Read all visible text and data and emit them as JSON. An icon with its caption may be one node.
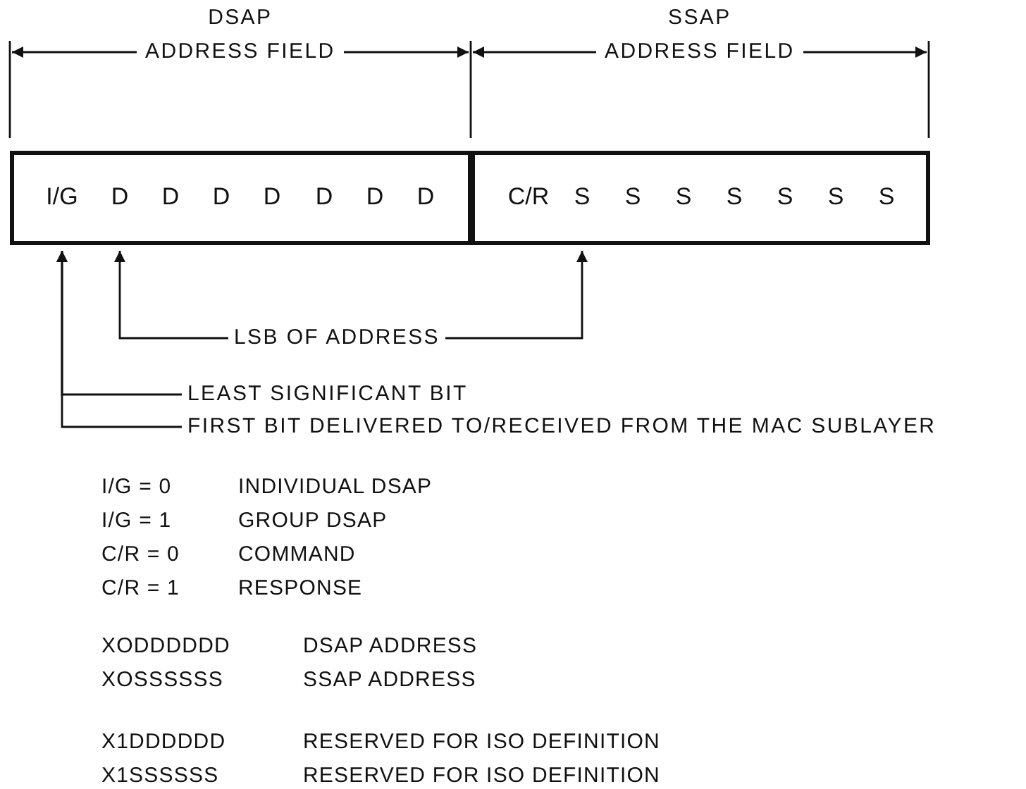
{
  "diagram": {
    "nodes": [
      {
        "text": [],
        "shape": "box"
      },
      {
        "text": [
          "I/G"
        ],
        "in": 0
      },
      {
        "text": [
          "D"
        ],
        "in": 0
      },
      {
        "text": [
          "D"
        ],
        "in": 0
      },
      {
        "text": [
          "D"
        ],
        "in": 0
      },
      {
        "text": [
          "D"
        ],
        "in": 0
      },
      {
        "text": [
          "D"
        ],
        "in": 0
      },
      {
        "text": [
          "D"
        ],
        "in": 0
      },
      {
        "text": [
          "D"
        ],
        "in": 0
      },
      {
        "text": [],
        "shape": "box"
      },
      {
        "text": [
          "C/R"
        ],
        "in": 9
      },
      {
        "text": [
          "S"
        ],
        "in": 9
      },
      {
        "text": [
          "S"
        ],
        "in": 9
      },
      {
        "text": [
          "S"
        ],
        "in": 9
      },
      {
        "text": [
          "S"
        ],
        "in": 9
      },
      {
        "text": [
          "S"
        ],
        "in": 9
      },
      {
        "text": [
          "S"
        ],
        "in": 9
      },
      {
        "text": [
          "S"
        ],
        "in": 9
      },
      {
        "text": [
          "LSB OF ADDRESS"
        ]
      },
      {
        "text": [
          "LEAST SIGNIFICANT BIT"
        ]
      },
      {
        "text": [
          "FIRST BIT DELIVERED TO/RECEIVED FROM THE MAC SUBLAYER"
        ]
      }
    ],
    "edges": [
      {
        "from": 18,
        "to": 2,
        "arrow": "to"
      },
      {
        "from": 18,
        "to": 11,
        "arrow": "to"
      },
      {
        "from": 19,
        "to": 1,
        "arrow": "to"
      },
      {
        "from": 20,
        "to": 1,
        "arrow": "to"
      }
    ],
    "labels": [
      "DSAP ADDRESS FIELD",
      "SSAP ADDRESS FIELD",
      "I/G = 0",
      "INDIVIDUAL DSAP",
      "I/G = 1",
      "GROUP DSAP",
      "C/R = 0",
      "COMMAND",
      "C/R = 1",
      "RESPONSE",
      "XODDDDDD",
      "DSAP ADDRESS",
      "XOSSSSSS",
      "SSAP ADDRESS",
      "X1DDDDDD",
      "RESERVED FOR ISO DEFINITION",
      "X1SSSSSS",
      "RESERVED FOR ISO DEFINITION"
    ]
  }
}
